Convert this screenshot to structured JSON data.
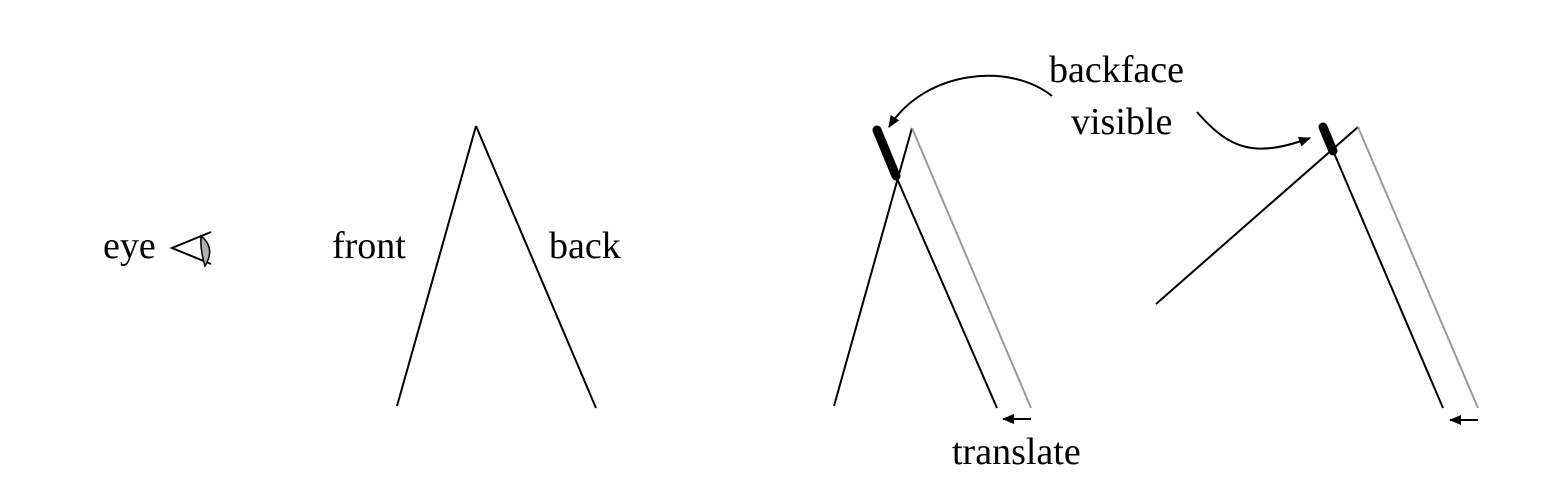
{
  "labels": {
    "eye": "eye",
    "front": "front",
    "back": "back",
    "backface_line1": "backface",
    "backface_line2": "visible",
    "translate": "translate"
  },
  "colors": {
    "ink": "#000000",
    "offset_face": "#9a9a9a",
    "eye_lens": "#b0b0b0",
    "background": "#ffffff"
  },
  "icons": {
    "viewer": "eye-icon",
    "arrow": "arrow-head-icon"
  }
}
